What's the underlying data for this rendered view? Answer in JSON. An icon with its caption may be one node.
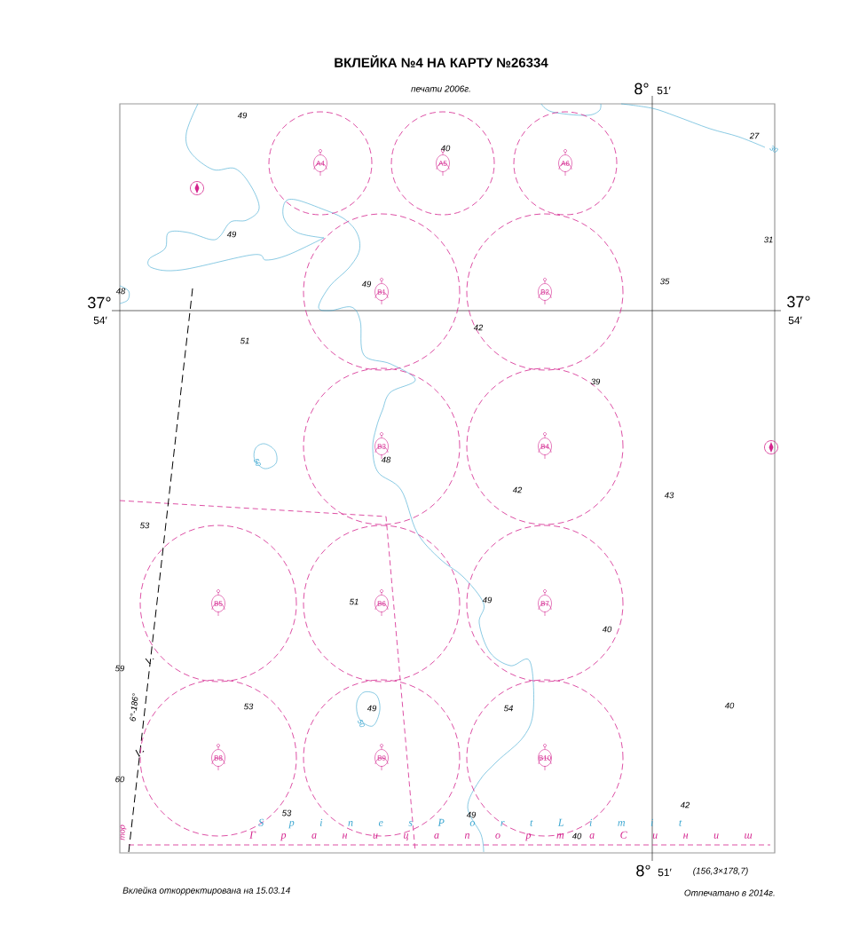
{
  "diagram": {
    "title": "ВКЛЕЙКА №4 НА КАРТУ №26334",
    "nodes": [
      {
        "text": [
          "A4"
        ]
      },
      {
        "text": [
          "A5"
        ]
      },
      {
        "text": [
          "A6"
        ]
      },
      {
        "text": [
          "B1"
        ]
      },
      {
        "text": [
          "B2"
        ]
      },
      {
        "text": [
          "B3"
        ]
      },
      {
        "text": [
          "B4"
        ]
      },
      {
        "text": [
          "B5"
        ]
      },
      {
        "text": [
          "B6"
        ]
      },
      {
        "text": [
          "B7"
        ]
      },
      {
        "text": [
          "B8"
        ]
      },
      {
        "text": [
          "B9"
        ]
      },
      {
        "text": [
          "B10"
        ]
      }
    ],
    "labels": [
      "печати 2006г.",
      "8°",
      "51′",
      "49",
      "40",
      "27",
      "30",
      "31",
      "49",
      "48",
      "49",
      "35",
      "37°",
      "54′",
      "37°",
      "54′",
      "51",
      "42",
      "39",
      "50",
      "48",
      "42",
      "43",
      "53",
      "51",
      "49",
      "40",
      "59",
      "53",
      "49",
      "50",
      "54",
      "40",
      "6°-186°",
      "60",
      "53",
      "49",
      "42",
      "S p i n e s P o r t L i m i t",
      "Г р а н и ц а п о р т а С и н и ш",
      "40",
      "тор",
      "8°",
      "51′",
      "(156,3×178,7)",
      "Вклейка откорректирована на 15.03.14",
      "Отпечатано в 2014г."
    ]
  }
}
